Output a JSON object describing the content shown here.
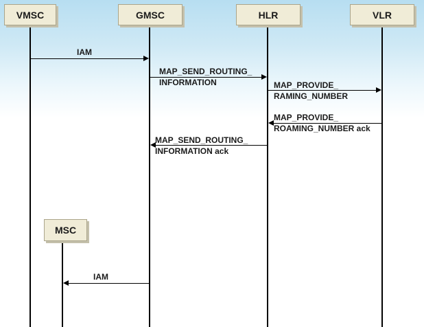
{
  "nodes": {
    "vmsc": "VMSC",
    "gmsc": "GMSC",
    "hlr": "HLR",
    "vlr": "VLR",
    "msc": "MSC"
  },
  "messages": {
    "iam_1": "IAM",
    "sri_line1": "MAP_SEND_ROUTING_",
    "sri_line2": "INFORMATION",
    "prn_line1": "MAP_PROVIDE_",
    "prn_line2": "RAMING_NUMBER",
    "prn_ack_line1": "MAP_PROVIDE_",
    "prn_ack_line2": "ROAMING_NUMBER ack",
    "sri_ack_line1": "MAP_SEND_ROUTING_",
    "sri_ack_line2": "INFORMATION ack",
    "iam_2": "IAM"
  }
}
